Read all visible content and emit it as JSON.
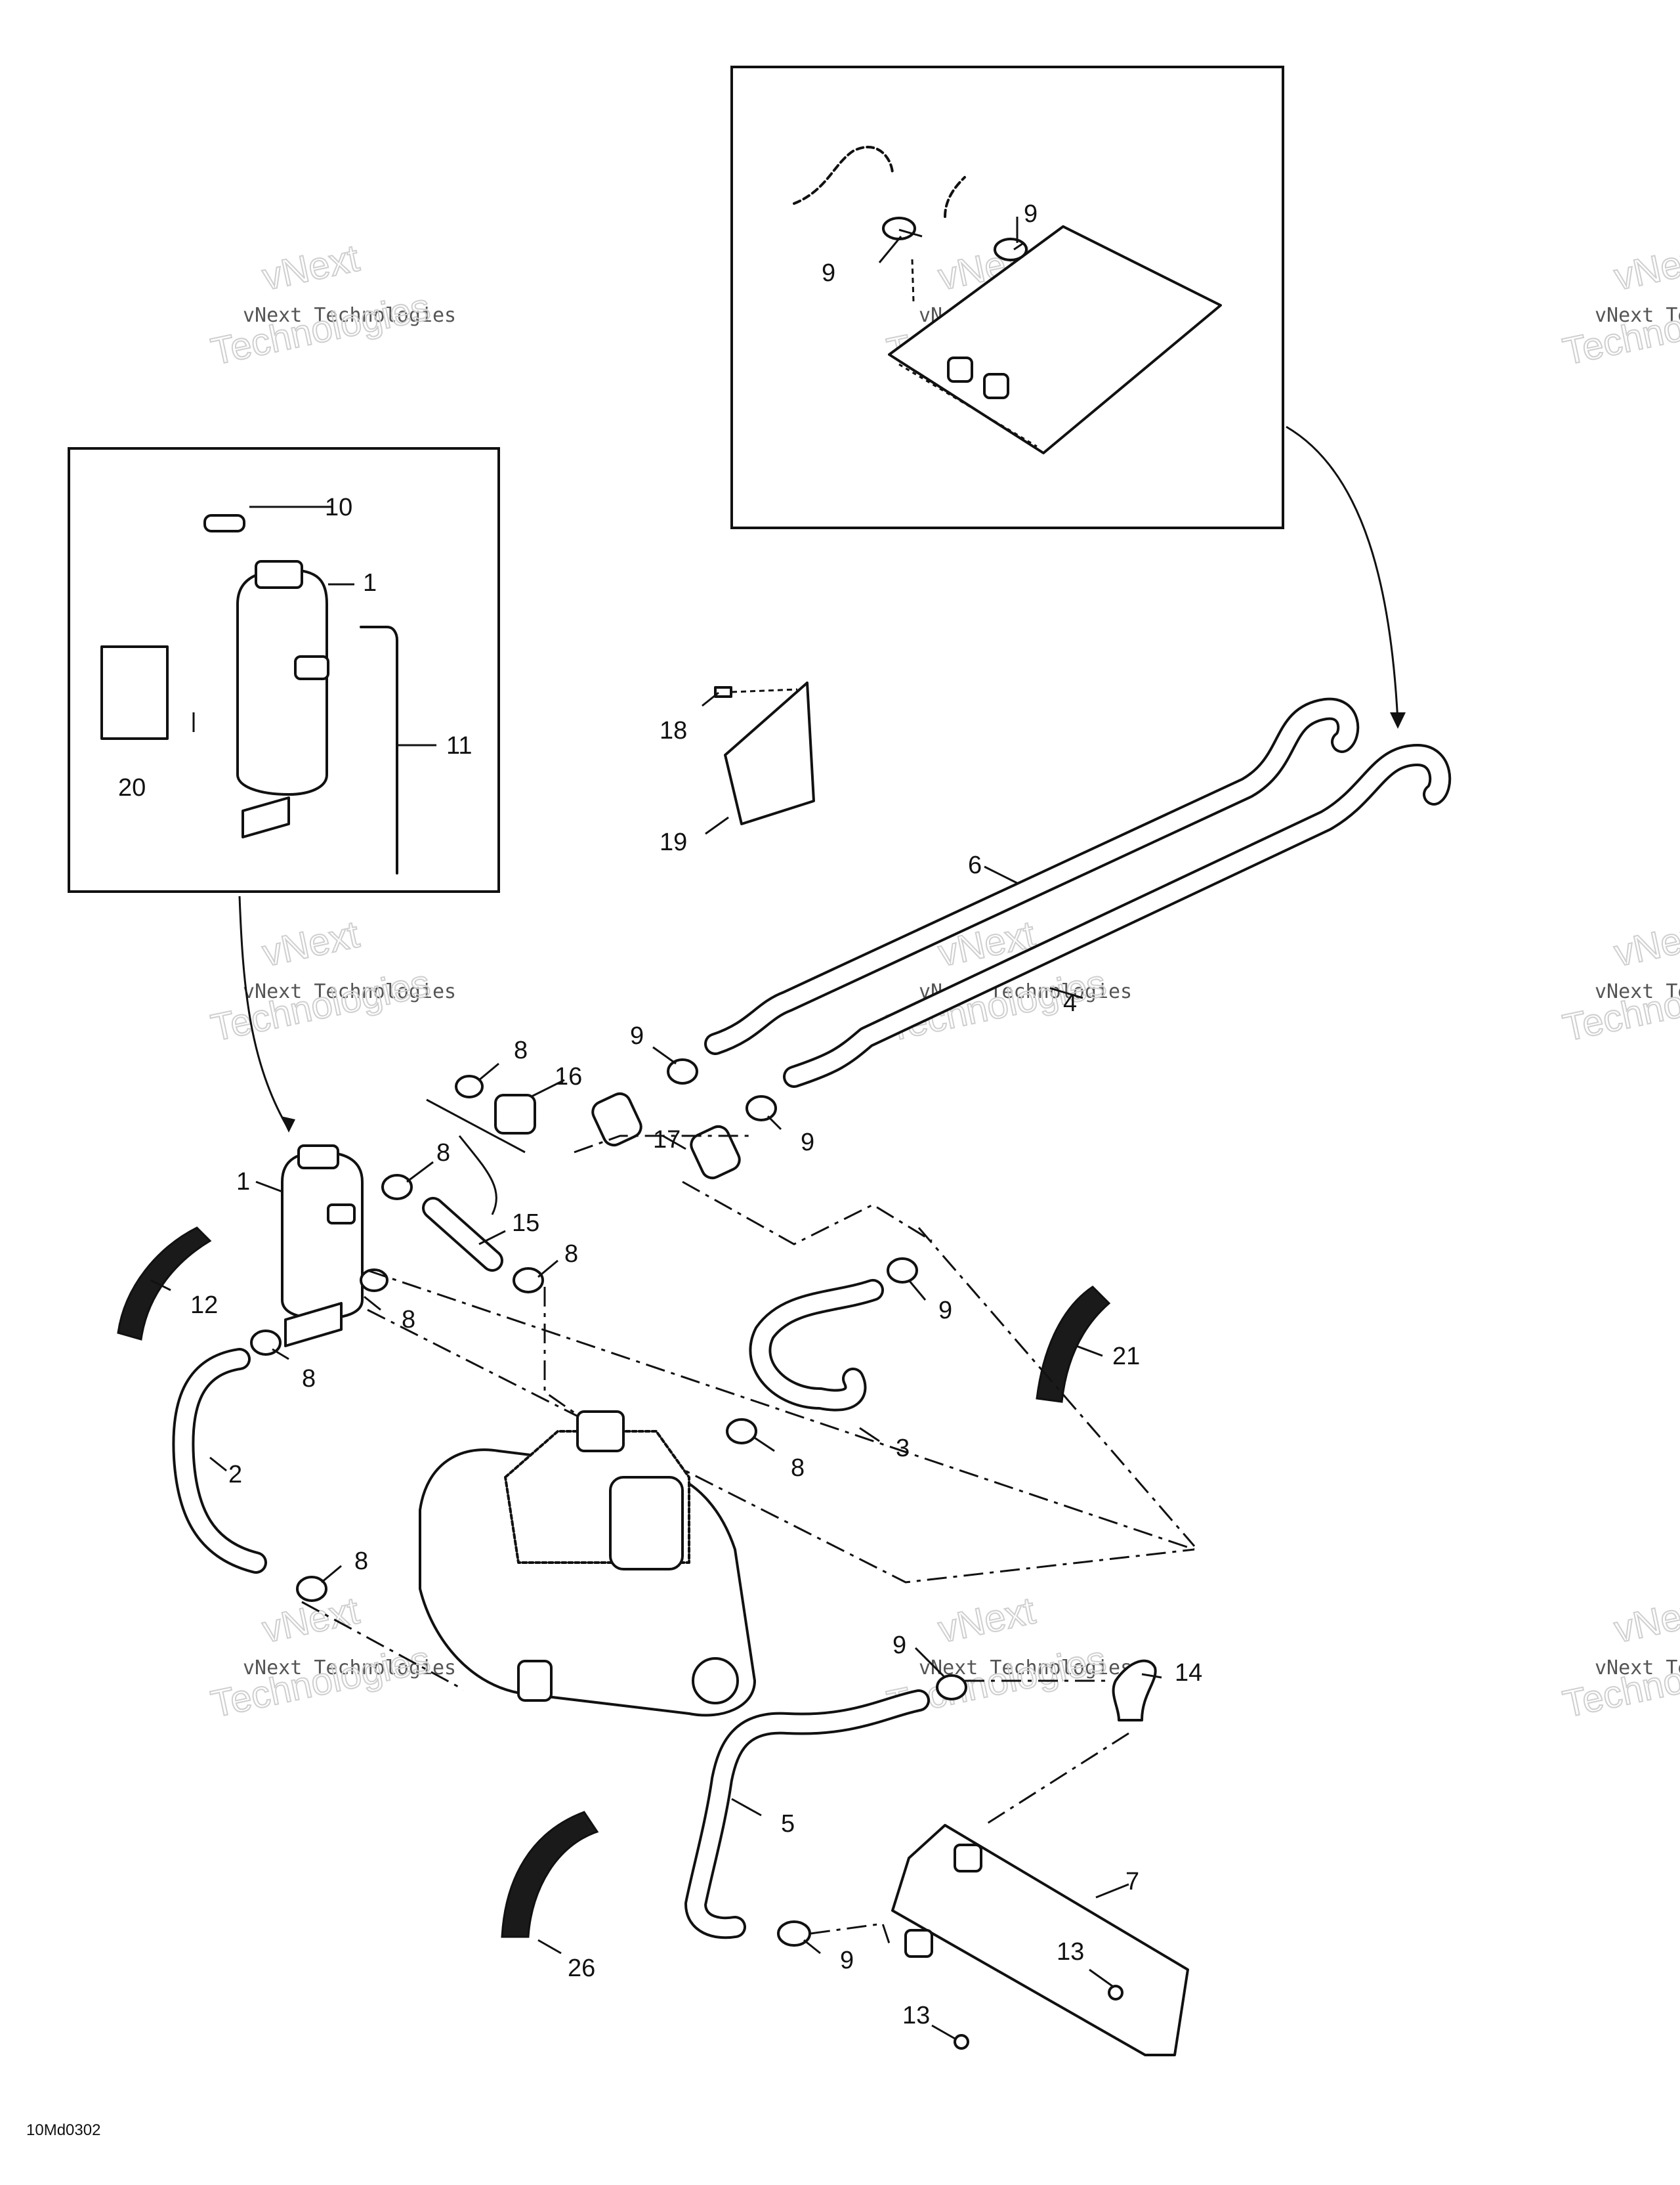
{
  "watermark": {
    "line1": "vNext",
    "line2": "vNext Technologies",
    "line3": "Technologies"
  },
  "drawing_code": "10Md0302",
  "callouts": [
    {
      "id": "c9a",
      "label": "9"
    },
    {
      "id": "c9b",
      "label": "9"
    },
    {
      "id": "c10",
      "label": "10"
    },
    {
      "id": "c1a",
      "label": "1"
    },
    {
      "id": "c11",
      "label": "11"
    },
    {
      "id": "c20",
      "label": "20"
    },
    {
      "id": "c18",
      "label": "18"
    },
    {
      "id": "c19",
      "label": "19"
    },
    {
      "id": "c6",
      "label": "6"
    },
    {
      "id": "c4",
      "label": "4"
    },
    {
      "id": "c9c",
      "label": "9"
    },
    {
      "id": "c8a",
      "label": "8"
    },
    {
      "id": "c16",
      "label": "16"
    },
    {
      "id": "c17",
      "label": "17"
    },
    {
      "id": "c9d",
      "label": "9"
    },
    {
      "id": "c1b",
      "label": "1"
    },
    {
      "id": "c8b",
      "label": "8"
    },
    {
      "id": "c15",
      "label": "15"
    },
    {
      "id": "c8c",
      "label": "8"
    },
    {
      "id": "c12",
      "label": "12"
    },
    {
      "id": "c8d",
      "label": "8"
    },
    {
      "id": "c8e",
      "label": "8"
    },
    {
      "id": "c9e",
      "label": "9"
    },
    {
      "id": "c21",
      "label": "21"
    },
    {
      "id": "c2",
      "label": "2"
    },
    {
      "id": "c8f",
      "label": "8"
    },
    {
      "id": "c3",
      "label": "3"
    },
    {
      "id": "c8g",
      "label": "8"
    },
    {
      "id": "c9f",
      "label": "9"
    },
    {
      "id": "c14",
      "label": "14"
    },
    {
      "id": "c5",
      "label": "5"
    },
    {
      "id": "c7",
      "label": "7"
    },
    {
      "id": "c9g",
      "label": "9"
    },
    {
      "id": "c13a",
      "label": "13"
    },
    {
      "id": "c13b",
      "label": "13"
    },
    {
      "id": "c26",
      "label": "26"
    }
  ]
}
